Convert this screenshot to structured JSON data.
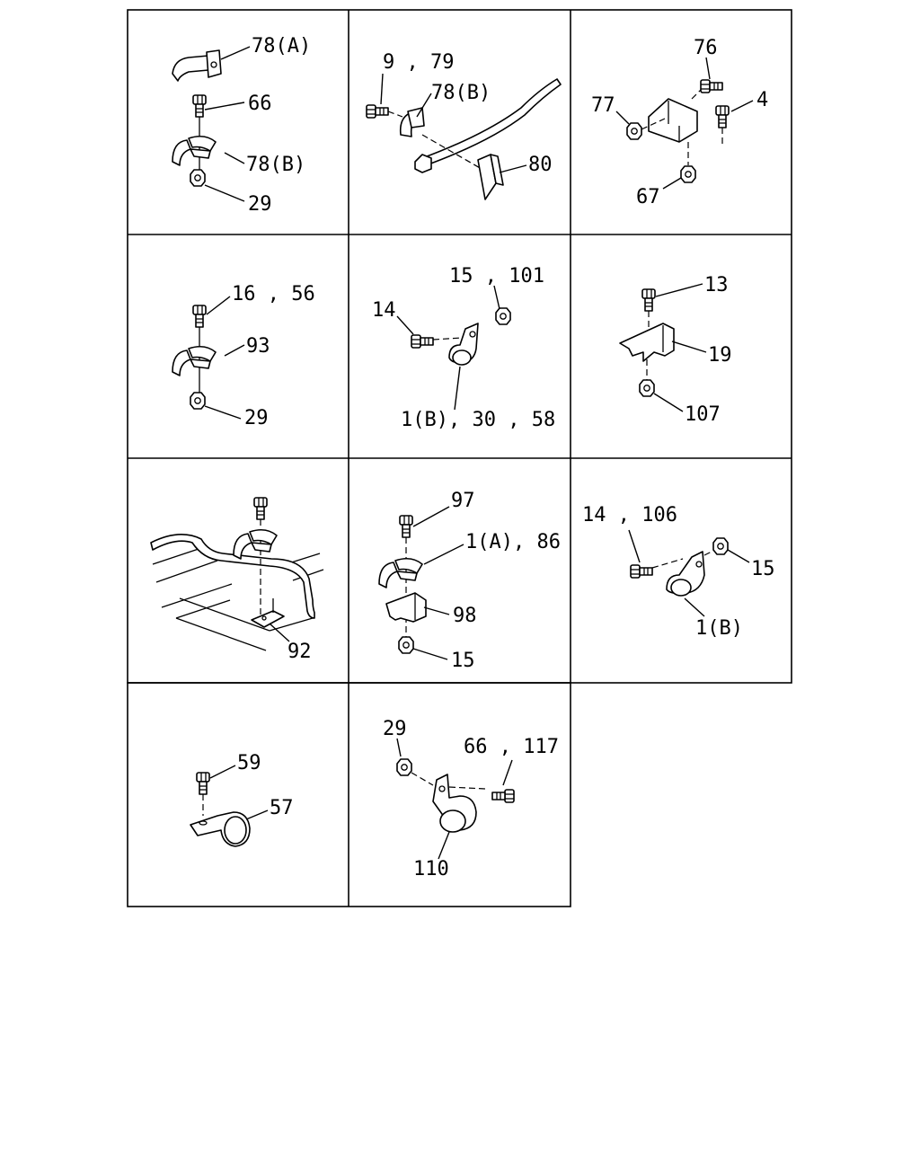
{
  "diagram": {
    "cells": [
      {
        "labels": [
          "78(A)",
          "66",
          "78(B)",
          "29"
        ]
      },
      {
        "labels": [
          "9 , 79",
          "78(B)",
          "80"
        ]
      },
      {
        "labels": [
          "76",
          "77",
          "4",
          "67"
        ]
      },
      {
        "labels": [
          "16 , 56",
          "93",
          "29"
        ]
      },
      {
        "labels": [
          "15 , 101",
          "14",
          "1(B), 30 , 58"
        ]
      },
      {
        "labels": [
          "13",
          "19",
          "107"
        ]
      },
      {
        "labels": [
          "92"
        ]
      },
      {
        "labels": [
          "97",
          "1(A), 86",
          "98",
          "15"
        ]
      },
      {
        "labels": [
          "14 , 106",
          "15",
          "1(B)"
        ]
      },
      {
        "labels": [
          "59",
          "57"
        ]
      },
      {
        "labels": [
          "29",
          "66 , 117",
          "110"
        ]
      }
    ]
  }
}
